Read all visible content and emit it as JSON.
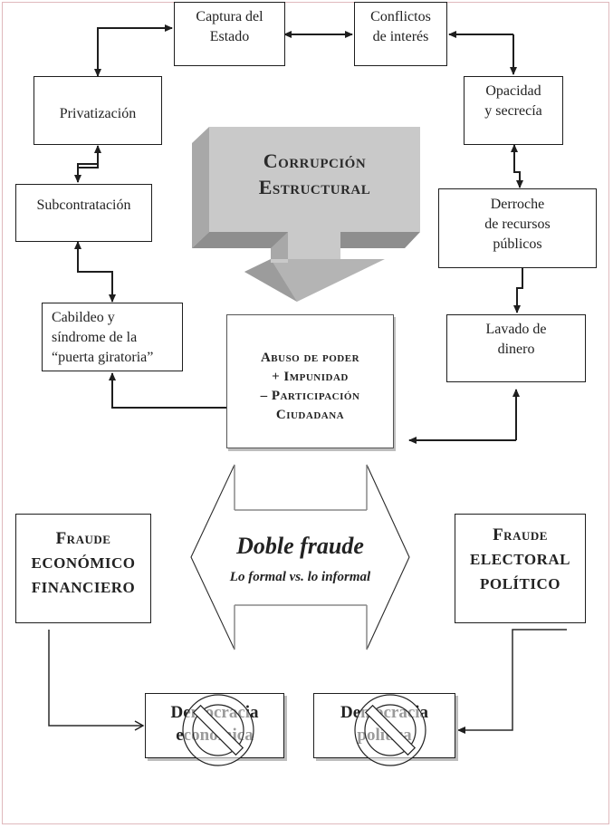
{
  "diagram": {
    "title": "Corrupción Estructural",
    "center_arrow": {
      "line1": "Corrupción",
      "line2": "Estructural"
    },
    "nodes": {
      "captura": [
        "Captura del",
        "Estado"
      ],
      "conflictos": [
        "Conflictos",
        "de interés"
      ],
      "privatizacion": [
        "Privatización"
      ],
      "opacidad": [
        "Opacidad",
        "y secrecía"
      ],
      "subcontratacion": [
        "Subcontratación"
      ],
      "derroche": [
        "Derroche",
        "de recursos",
        "públicos"
      ],
      "cabildeo": [
        "Cabildeo y",
        "síndrome de la",
        "“puerta giratoria”"
      ],
      "lavado": [
        "Lavado de",
        "dinero"
      ],
      "abuso": [
        "Abuso de poder",
        "+ Impunidad",
        "– Participación",
        "Ciudadana"
      ],
      "fraude_economico": [
        "Fraude",
        "económico",
        "financiero"
      ],
      "fraude_electoral": [
        "Fraude",
        "electoral",
        "político"
      ],
      "democracia_economica": [
        "Democracia",
        "económica"
      ],
      "democracia_politica": [
        "Democracia",
        "política"
      ]
    },
    "double_arrow": {
      "title": "Doble fraude",
      "subtitle": "Lo formal vs. lo informal"
    },
    "colors": {
      "line": "#1e1e1e",
      "arrow_face": "#c8c8c8",
      "arrow_side": "#9a9a9a",
      "arrow_dark": "#8c8c8c",
      "frame": "#e0b9bd"
    }
  }
}
